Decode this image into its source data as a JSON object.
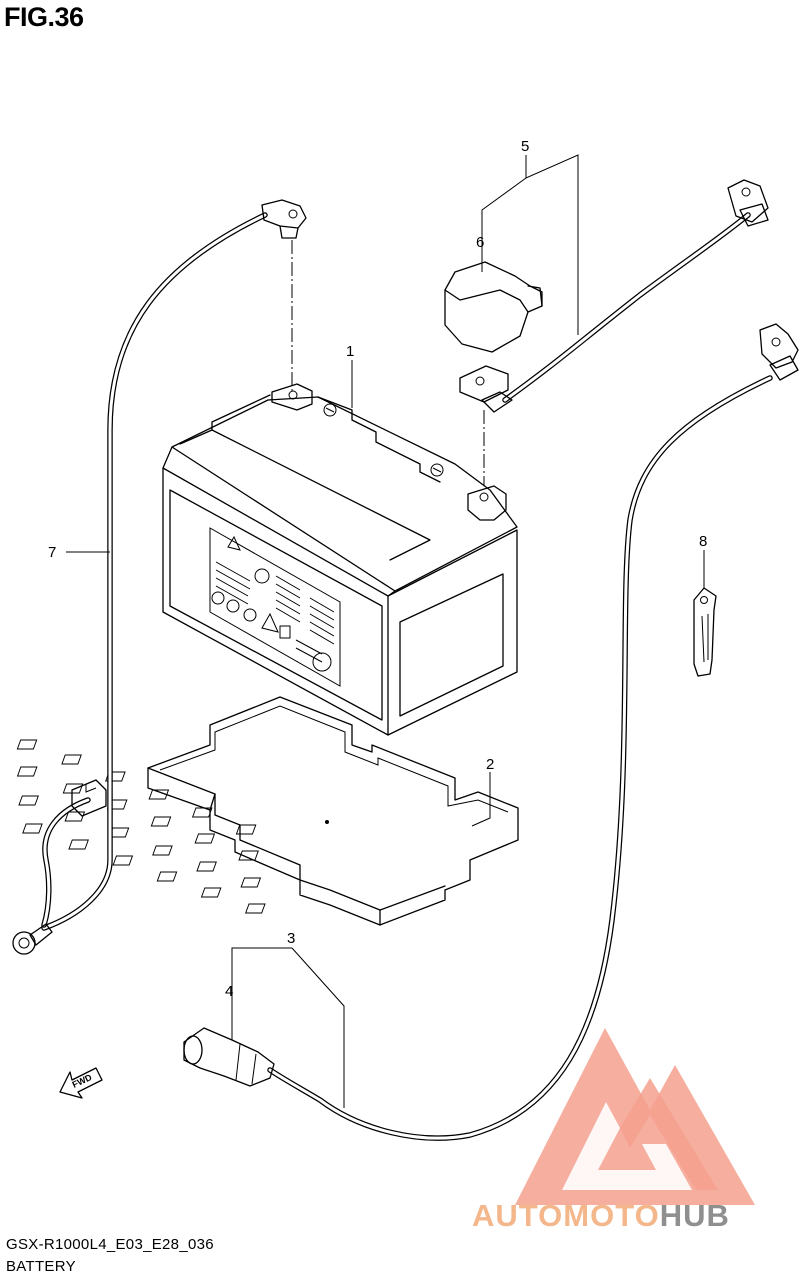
{
  "figure": {
    "title": "FIG.36",
    "code": "GSX-R1000L4_E03_E28_036",
    "name": "BATTERY"
  },
  "callouts": {
    "c1": "1",
    "c2": "2",
    "c3": "3",
    "c4": "4",
    "c5": "5",
    "c6": "6",
    "c7": "7",
    "c8": "8"
  },
  "arrow": {
    "label": "FWD"
  },
  "watermark": {
    "part1": "AUTO",
    "part2": "MOTO",
    "part3": "HUB",
    "color_primary": "#f4a08e",
    "color_secondary": "#8f8f8f"
  }
}
